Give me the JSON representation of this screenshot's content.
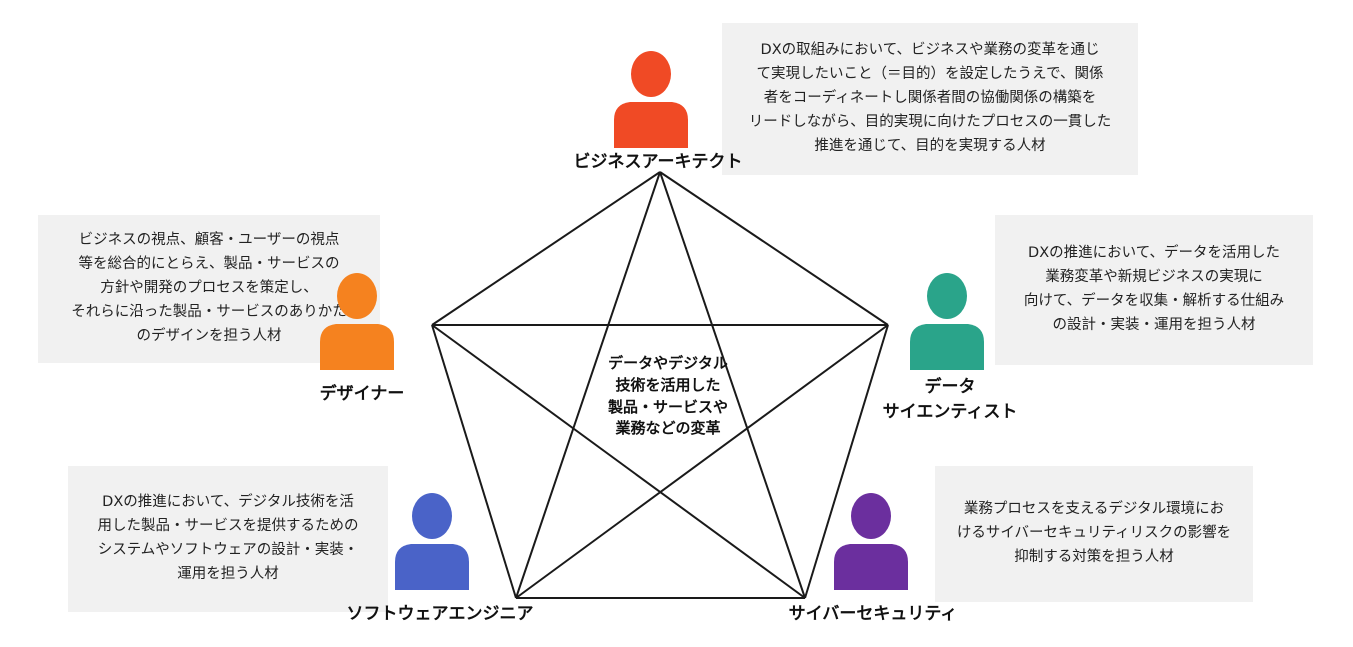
{
  "center_text": "データやデジタル\n技術を活用した\n製品・サービスや\n業務などの変革",
  "roles": [
    {
      "id": "business-architect",
      "name": "ビジネスアーキテクト",
      "color": "#f04a25",
      "description": "DXの取組みにおいて、ビジネスや業務の変革を通じ\nて実現したいこと（＝目的）を設定したうえで、関係\n者をコーディネートし関係者間の協働関係の構築を\nリードしながら、目的実現に向けたプロセスの一貫した\n推進を通じて、目的を実現する人材"
    },
    {
      "id": "designer",
      "name": "デザイナー",
      "color": "#f5821f",
      "description": "ビジネスの視点、顧客・ユーザーの視点\n等を総合的にとらえ、製品・サービスの\n方針や開発のプロセスを策定し、\nそれらに沿った製品・サービスのありかた\nのデザインを担う人材"
    },
    {
      "id": "data-scientist",
      "name": "データ\nサイエンティスト",
      "color": "#2aa48a",
      "description": "DXの推進において、データを活用した\n業務変革や新規ビジネスの実現に\n向けて、データを収集・解析する仕組み\nの設計・実装・運用を担う人材"
    },
    {
      "id": "software-engineer",
      "name": "ソフトウェアエンジニア",
      "color": "#4a63c8",
      "description": "DXの推進において、デジタル技術を活\n用した製品・サービスを提供するための\nシステムやソフトウェアの設計・実装・\n運用を担う人材"
    },
    {
      "id": "cyber-security",
      "name": "サイバーセキュリティ",
      "color": "#6b2f9e",
      "description": "業務プロセスを支えるデジタル環境にお\nけるサイバーセキュリティリスクの影響を\n抑制する対策を担う人材"
    }
  ]
}
